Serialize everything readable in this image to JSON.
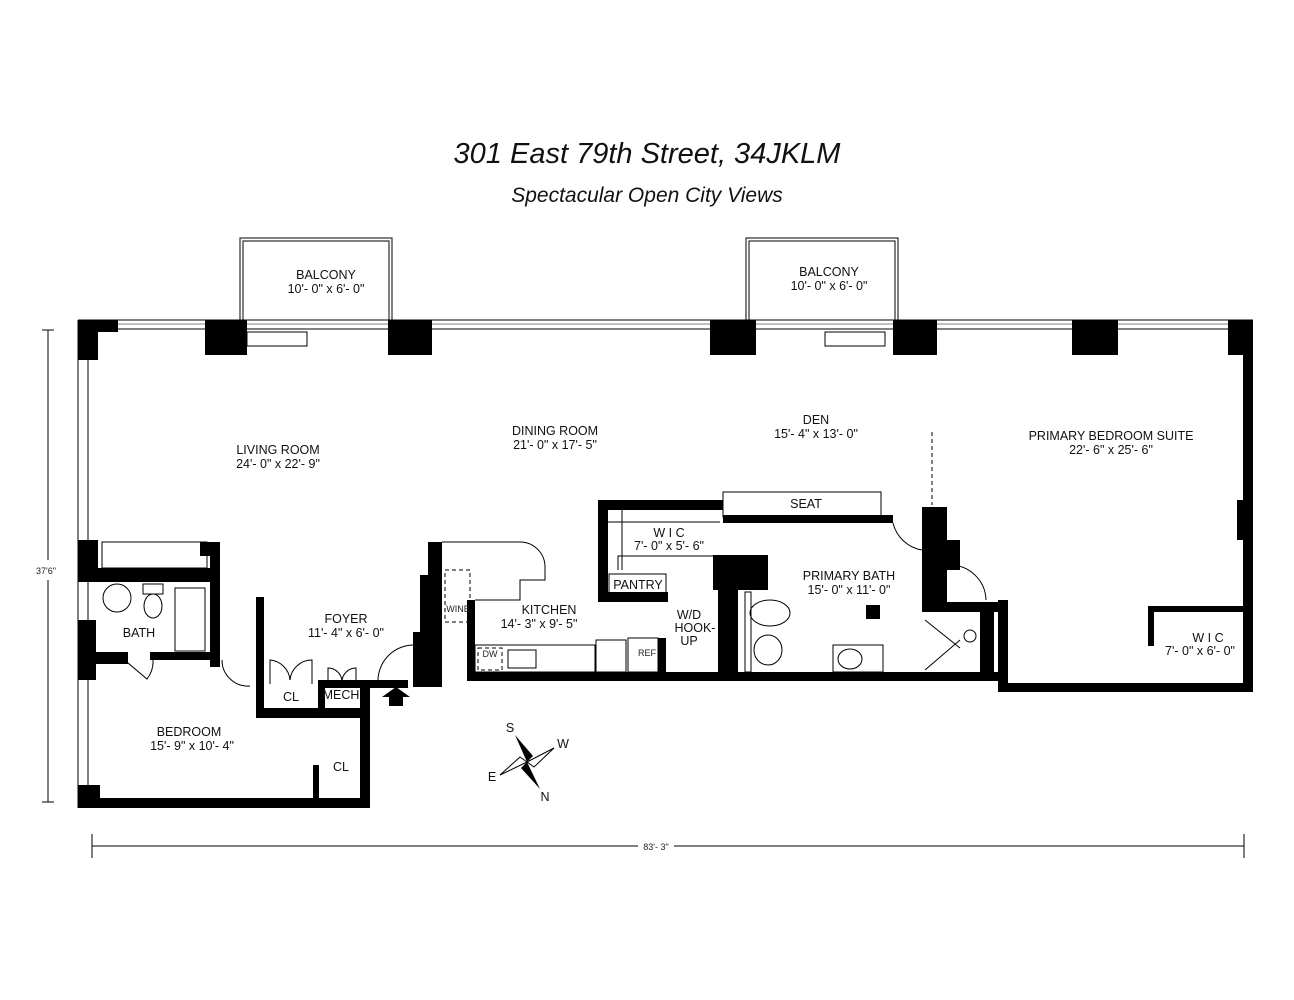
{
  "title": "301 East 79th Street, 34JKLM",
  "subtitle": "Spectacular Open City Views",
  "rooms": {
    "balcony_1": {
      "name": "BALCONY",
      "size": "10'- 0\" x 6'- 0\""
    },
    "balcony_2": {
      "name": "BALCONY",
      "size": "10'- 0\" x 6'- 0\""
    },
    "living_room": {
      "name": "LIVING ROOM",
      "size": "24'- 0\" x 22'- 9\""
    },
    "dining_room": {
      "name": "DINING ROOM",
      "size": "21'- 0\" x 17'- 5\""
    },
    "den": {
      "name": "DEN",
      "size": "15'- 4\" x 13'- 0\""
    },
    "primary_bedroom": {
      "name": "PRIMARY BEDROOM SUITE",
      "size": "22'- 6\" x 25'- 6\""
    },
    "wic_1": {
      "name": "W I C",
      "size": "7'- 0\" x 5'- 6\""
    },
    "primary_bath": {
      "name": "PRIMARY BATH",
      "size": "15'- 0\" x 11'- 0\""
    },
    "wic_2": {
      "name": "W I C",
      "size": "7'- 0\" x 6'- 0\""
    },
    "kitchen": {
      "name": "KITCHEN",
      "size": "14'- 3\" x 9'- 5\""
    },
    "foyer": {
      "name": "FOYER",
      "size": "11'- 4\" x 6'- 0\""
    },
    "bedroom": {
      "name": "BEDROOM",
      "size": "15'- 9\" x 10'- 4\""
    },
    "bath": {
      "name": "BATH"
    }
  },
  "fixtures": {
    "seat": "SEAT",
    "pantry": "PANTRY",
    "wd_line1": "W/D",
    "wd_line2": "HOOK-",
    "wd_line3": "UP",
    "ref": "REF",
    "dw": "DW",
    "wine": "WINE",
    "cl_foyer": "CL",
    "mech": "MECH",
    "cl_bedroom": "CL"
  },
  "compass": {
    "n": "N",
    "s": "S",
    "e": "E",
    "w": "W"
  },
  "dimensions": {
    "height": "37'6\"",
    "width": "83'- 3\""
  }
}
